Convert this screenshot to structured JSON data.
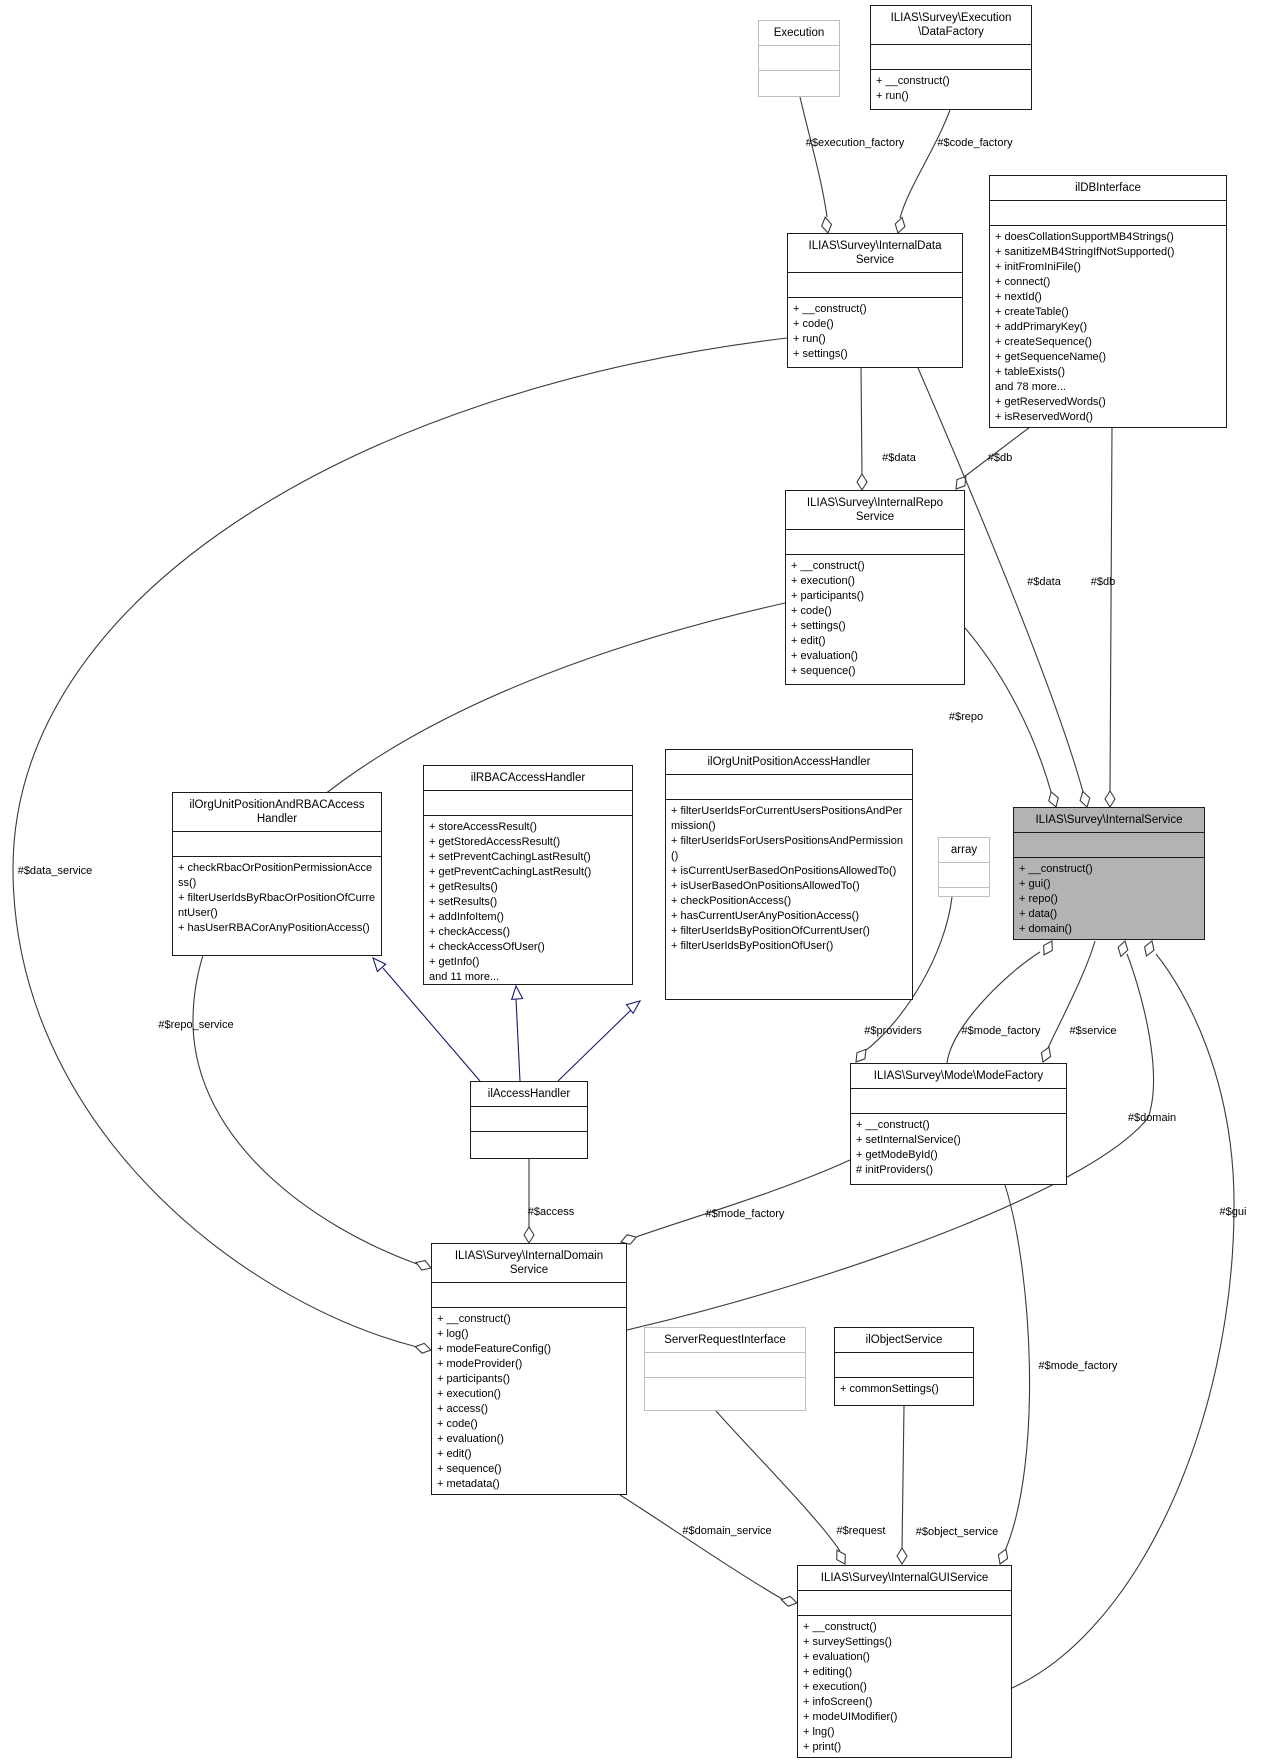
{
  "colors": {
    "focus_fill": "#b3b3b3",
    "edge": "#3a3a3a",
    "inheritance": "#191970",
    "muted_border": "#bdbdbd"
  },
  "classes": {
    "execution": {
      "title_lines": [
        "Execution"
      ],
      "methods": []
    },
    "data_factory": {
      "title_lines": [
        "ILIAS\\Survey\\Execution",
        "\\DataFactory"
      ],
      "methods": [
        "+ __construct()",
        "+ run()"
      ]
    },
    "db_interface": {
      "title_lines": [
        "ilDBInterface"
      ],
      "methods": [
        "+ doesCollationSupportMB4Strings()",
        "+ sanitizeMB4StringIfNotSupported()",
        "+ initFromIniFile()",
        "+ connect()",
        "+ nextId()",
        "+ createTable()",
        "+ addPrimaryKey()",
        "+ createSequence()",
        "+ getSequenceName()",
        "+ tableExists()",
        "and 78 more...",
        "+ getReservedWords()",
        "+ isReservedWord()"
      ]
    },
    "internal_data": {
      "title_lines": [
        "ILIAS\\Survey\\InternalData",
        "Service"
      ],
      "methods": [
        "+ __construct()",
        "+ code()",
        "+ run()",
        "+ settings()"
      ]
    },
    "internal_repo": {
      "title_lines": [
        "ILIAS\\Survey\\InternalRepo",
        "Service"
      ],
      "methods": [
        "+ __construct()",
        "+ execution()",
        "+ participants()",
        "+ code()",
        "+ settings()",
        "+ edit()",
        "+ evaluation()",
        "+ sequence()"
      ]
    },
    "orgunit_rbac": {
      "title_lines": [
        "ilOrgUnitPositionAndRBACAccess",
        "Handler"
      ],
      "methods": [
        "+ checkRbacOrPositionPermissionAccess()",
        "+ filterUserIdsByRbacOrPositionOfCurrentUser()",
        "+ hasUserRBACorAnyPositionAccess()"
      ]
    },
    "rbac_handler": {
      "title_lines": [
        "ilRBACAccessHandler"
      ],
      "methods": [
        "+ storeAccessResult()",
        "+ getStoredAccessResult()",
        "+ setPreventCachingLastResult()",
        "+ getPreventCachingLastResult()",
        "+ getResults()",
        "+ setResults()",
        "+ addInfoItem()",
        "+ checkAccess()",
        "+ checkAccessOfUser()",
        "+ getInfo()",
        "and 11 more..."
      ]
    },
    "orgunit_handler": {
      "title_lines": [
        "ilOrgUnitPositionAccessHandler"
      ],
      "methods": [
        "+ filterUserIdsForCurrentUsersPositionsAndPermission()",
        "+ filterUserIdsForUsersPositionsAndPermission()",
        "+ isCurrentUserBasedOnPositionsAllowedTo()",
        "+ isUserBasedOnPositionsAllowedTo()",
        "+ checkPositionAccess()",
        "+ hasCurrentUserAnyPositionAccess()",
        "+ filterUserIdsByPositionOfCurrentUser()",
        "+ filterUserIdsByPositionOfUser()"
      ]
    },
    "array_box": {
      "title_lines": [
        "array"
      ],
      "methods": []
    },
    "internal_service": {
      "title_lines": [
        "ILIAS\\Survey\\InternalService"
      ],
      "methods": [
        "+ __construct()",
        "+ gui()",
        "+ repo()",
        "+ data()",
        "+ domain()"
      ]
    },
    "access_handler": {
      "title_lines": [
        "ilAccessHandler"
      ],
      "methods": []
    },
    "mode_factory": {
      "title_lines": [
        "ILIAS\\Survey\\Mode\\ModeFactory"
      ],
      "methods": [
        "+ __construct()",
        "+ setInternalService()",
        "+ getModeById()",
        "# initProviders()"
      ]
    },
    "internal_domain": {
      "title_lines": [
        "ILIAS\\Survey\\InternalDomain",
        "Service"
      ],
      "methods": [
        "+ __construct()",
        "+ log()",
        "+ modeFeatureConfig()",
        "+ modeProvider()",
        "+ participants()",
        "+ execution()",
        "+ access()",
        "+ code()",
        "+ evaluation()",
        "+ edit()",
        "+ sequence()",
        "+ metadata()"
      ]
    },
    "server_request": {
      "title_lines": [
        "ServerRequestInterface"
      ],
      "methods": []
    },
    "object_service": {
      "title_lines": [
        "ilObjectService"
      ],
      "methods": [
        "+ commonSettings()"
      ]
    },
    "internal_gui": {
      "title_lines": [
        "ILIAS\\Survey\\InternalGUIService"
      ],
      "methods": [
        "+ __construct()",
        "+ surveySettings()",
        "+ evaluation()",
        "+ editing()",
        "+ execution()",
        "+ infoScreen()",
        "+ modeUIModifier()",
        "+ lng()",
        "+ print()"
      ]
    }
  },
  "edge_labels": {
    "execution_factory": "#$execution_factory",
    "code_factory": "#$code_factory",
    "data_repo": "#$data",
    "db_repo": "#$db",
    "repo": "#$repo",
    "data_internal": "#$data",
    "db_internal": "#$db",
    "providers": "#$providers",
    "mode_factory_top": "#$mode_factory",
    "service": "#$service",
    "domain": "#$domain",
    "gui": "#$gui",
    "access": "#$access",
    "mode_factory_left": "#$mode_factory",
    "repo_service": "#$repo_service",
    "data_service": "#$data_service",
    "mode_factory_right": "#$mode_factory",
    "domain_service": "#$domain_service",
    "request": "#$request",
    "object_service": "#$object_service"
  }
}
